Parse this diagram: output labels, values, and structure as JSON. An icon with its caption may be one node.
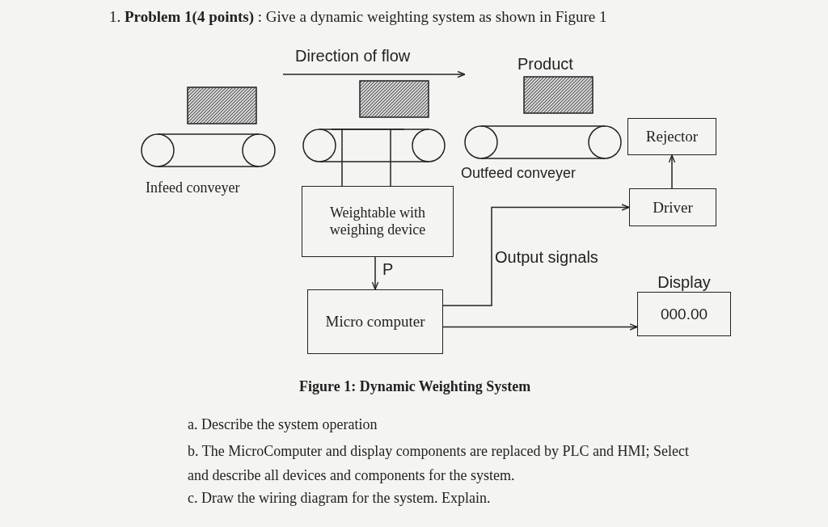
{
  "diagram": {
    "title": "1. **Problem 1(4 points)** : Give a dynamic weighting system as shown in Figure 1",
    "caption": "Figure 1: Dynamic Weighting System",
    "nodes": [
      {
        "text": [
          "Rejector"
        ]
      },
      {
        "text": [
          "Weightable with weighing device"
        ]
      },
      {
        "text": [
          "Driver"
        ]
      },
      {
        "text": [
          "Display",
          "000.00"
        ]
      },
      {
        "text": [
          "Micro computer"
        ]
      },
      {
        "text": [],
        "shape": "box"
      },
      {
        "text": [],
        "shape": "box"
      },
      {
        "text": [],
        "shape": "box"
      }
    ],
    "edges": [
      {
        "from": 1,
        "to": 4,
        "arrow": "to",
        "label": "P"
      },
      {
        "from": 4,
        "to": 2,
        "arrow": "to",
        "label": "Output signals"
      },
      {
        "from": 2,
        "to": 0,
        "arrow": "to"
      },
      {
        "from": 4,
        "to": 3,
        "arrow": "to"
      }
    ],
    "labels": [
      "Direction of flow",
      "Product",
      "Infeed conveyer",
      "Outfeed conveyer",
      "a. Describe the system operation",
      "b. The MicroComputer and display components are replaced by PLC and HMI; Select and describe all devices and components for the system.",
      "c. Draw the wiring diagram for the system. Explain."
    ]
  }
}
